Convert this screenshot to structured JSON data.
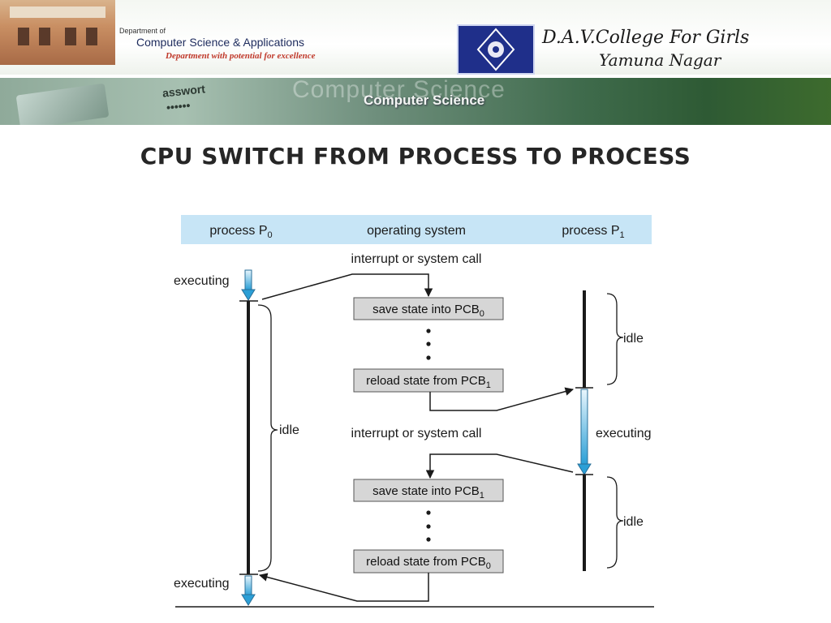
{
  "header": {
    "dept_of": "Department of",
    "dept_name": "Computer Science & Applications",
    "dept_tagline": "Department with potential for excellence",
    "college_name": "D.A.V.College For Girls",
    "college_city": "Yamuna Nagar",
    "strip_password": "asswort",
    "strip_dots": "••••••",
    "strip_bg_text": "Computer Science",
    "strip_cs": "Computer Science"
  },
  "title": "CPU SWITCH FROM PROCESS TO PROCESS",
  "diagram": {
    "columns": {
      "p0": {
        "text": "process P",
        "sub": "0"
      },
      "os": {
        "text": "operating system"
      },
      "p1": {
        "text": "process P",
        "sub": "1"
      }
    },
    "labels": {
      "interrupt_1": "interrupt or system call",
      "interrupt_2": "interrupt or system call",
      "executing_p0_top": "executing",
      "executing_p0_bottom": "executing",
      "executing_p1": "executing",
      "idle_p0": "idle",
      "idle_p1_top": "idle",
      "idle_p1_bottom": "idle"
    },
    "boxes": {
      "save_pcb0": {
        "text": "save state into PCB",
        "sub": "0"
      },
      "reload_pcb1": {
        "text": "reload state from PCB",
        "sub": "1"
      },
      "save_pcb1": {
        "text": "save state into PCB",
        "sub": "1"
      },
      "reload_pcb0": {
        "text": "reload state from PCB",
        "sub": "0"
      }
    },
    "colors": {
      "header_bg": "#c7e5f6",
      "box_fill": "#d6d6d6",
      "exec_arrow": "#3aa8dc",
      "line": "#1a1a1a"
    }
  }
}
